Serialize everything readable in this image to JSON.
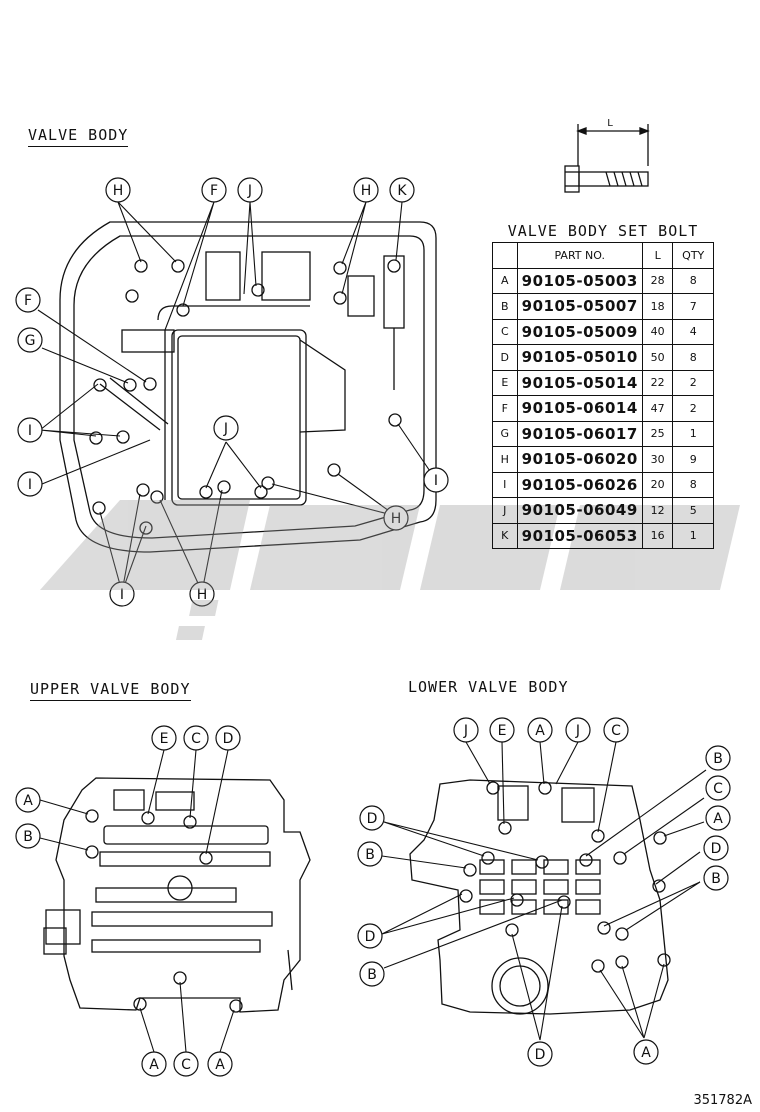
{
  "titles": {
    "valve_body": "VALVE BODY",
    "upper_valve_body": "UPPER VALVE BODY",
    "lower_valve_body": "LOWER VALVE BODY"
  },
  "bolt_icon": {
    "name": "bolt-length-icon",
    "dimension_label": "L"
  },
  "bolt_table": {
    "title": "VALVE BODY SET BOLT",
    "headers": [
      "",
      "PART NO.",
      "L",
      "QTY"
    ],
    "rows": [
      {
        "key": "A",
        "part": "90105-05003",
        "l": "28",
        "qty": "8"
      },
      {
        "key": "B",
        "part": "90105-05007",
        "l": "18",
        "qty": "7"
      },
      {
        "key": "C",
        "part": "90105-05009",
        "l": "40",
        "qty": "4"
      },
      {
        "key": "D",
        "part": "90105-05010",
        "l": "50",
        "qty": "8"
      },
      {
        "key": "E",
        "part": "90105-05014",
        "l": "22",
        "qty": "2"
      },
      {
        "key": "F",
        "part": "90105-06014",
        "l": "47",
        "qty": "2"
      },
      {
        "key": "G",
        "part": "90105-06017",
        "l": "25",
        "qty": "1"
      },
      {
        "key": "H",
        "part": "90105-06020",
        "l": "30",
        "qty": "9"
      },
      {
        "key": "I",
        "part": "90105-06026",
        "l": "20",
        "qty": "8"
      },
      {
        "key": "J",
        "part": "90105-06049",
        "l": "12",
        "qty": "5"
      },
      {
        "key": "K",
        "part": "90105-06053",
        "l": "16",
        "qty": "1"
      }
    ]
  },
  "callouts": {
    "valve_body": [
      "H",
      "F",
      "J",
      "H",
      "K",
      "F",
      "G",
      "I",
      "I",
      "J",
      "I",
      "H",
      "I",
      "H"
    ],
    "upper_valve_body": [
      "E",
      "C",
      "D",
      "A",
      "B",
      "A",
      "C",
      "A"
    ],
    "lower_valve_body": [
      "J",
      "E",
      "A",
      "J",
      "C",
      "D",
      "B",
      "B",
      "C",
      "A",
      "D",
      "B",
      "D",
      "B",
      "D",
      "A"
    ]
  },
  "figure_code": "351782A"
}
